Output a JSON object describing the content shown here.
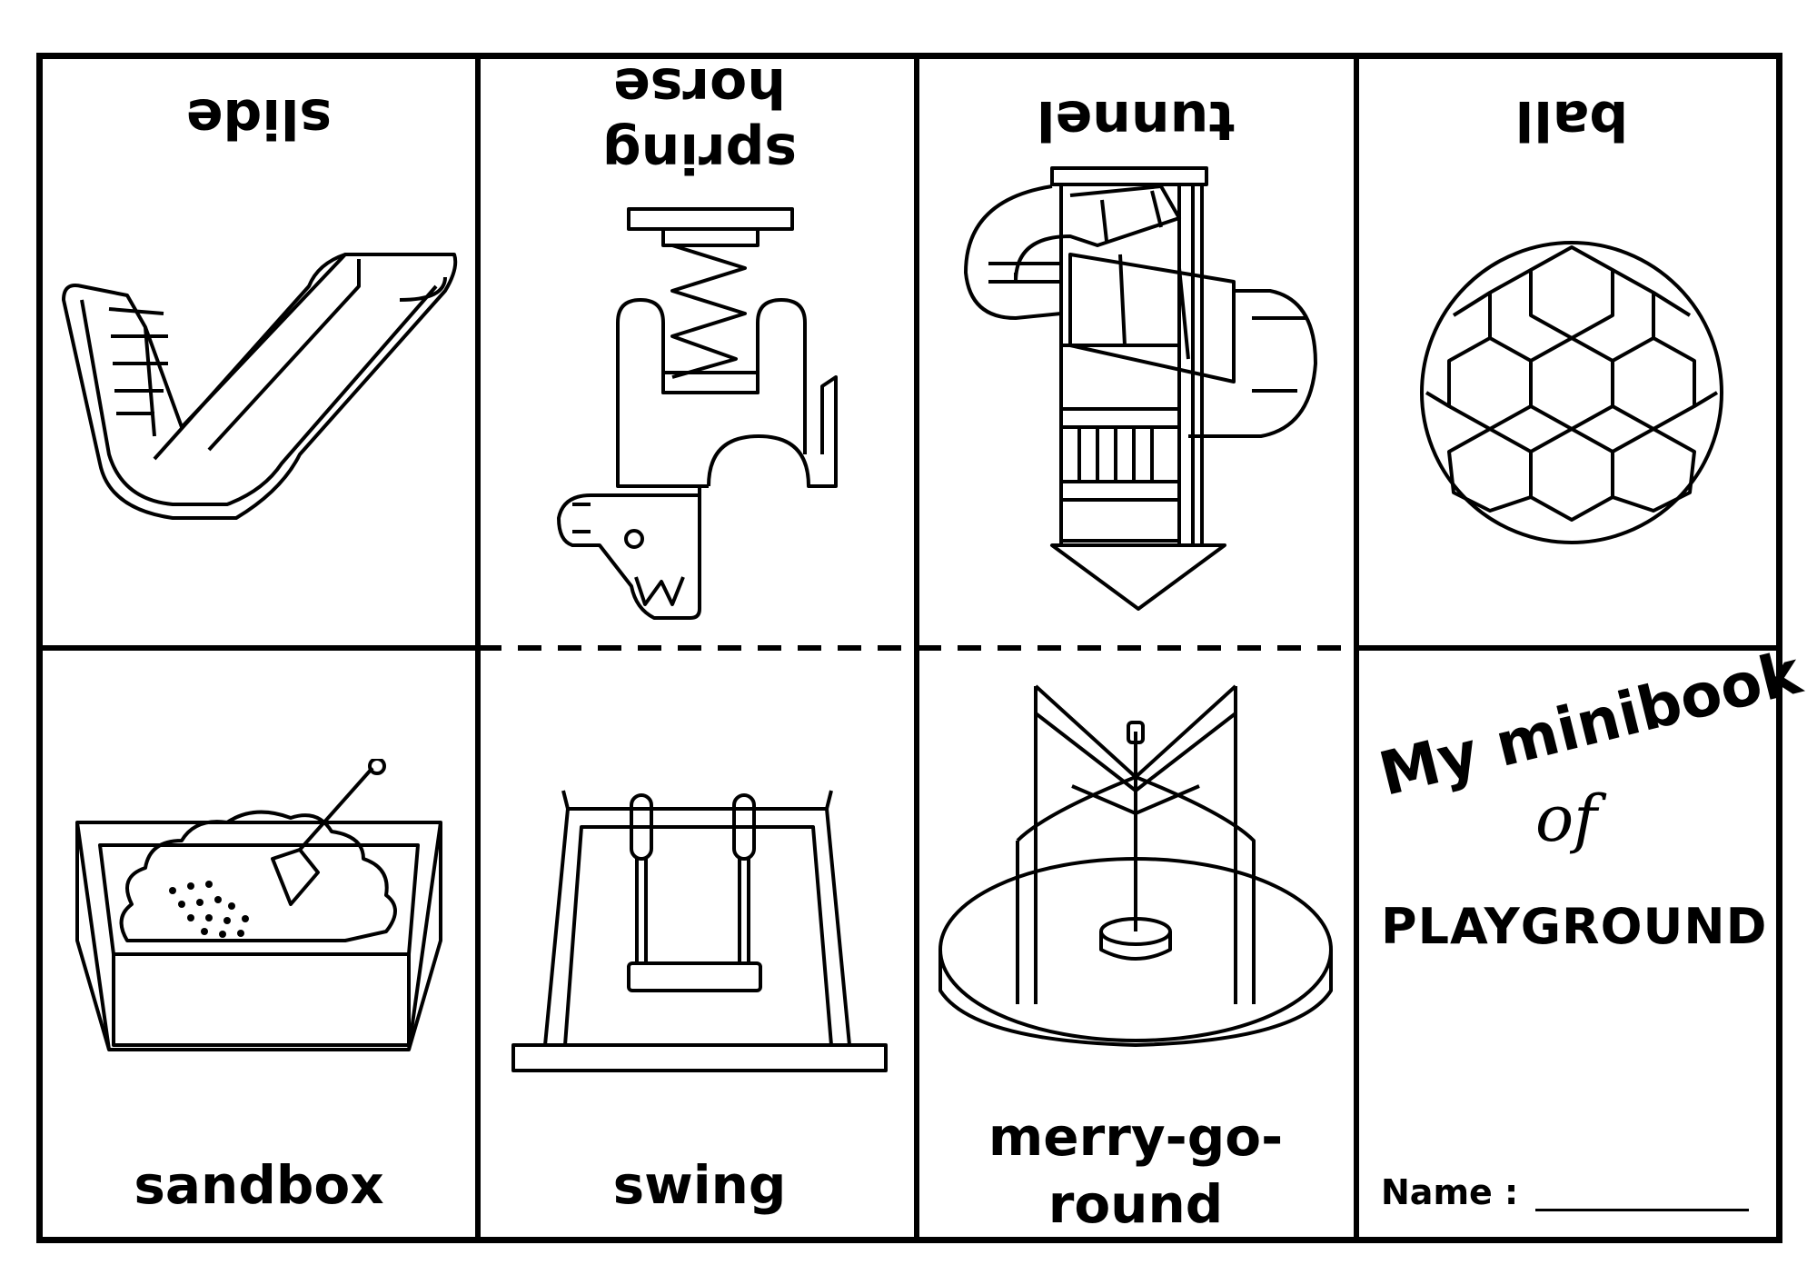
{
  "cards_top": [
    {
      "label": "slide",
      "icon": "slide-icon"
    },
    {
      "label_line1": "spring",
      "label_line2": "horse",
      "icon": "spring-horse-icon"
    },
    {
      "label": "tunnel",
      "icon": "tunnel-slide-icon"
    },
    {
      "label": "ball",
      "icon": "soccer-ball-icon"
    }
  ],
  "cards_bottom": [
    {
      "label": "sandbox",
      "icon": "sandbox-icon"
    },
    {
      "label": "swing",
      "icon": "swing-icon"
    },
    {
      "label_line1": "merry-go-",
      "label_line2": "round",
      "icon": "merry-go-round-icon"
    }
  ],
  "cover": {
    "title_my": "My minibook",
    "title_of": "of",
    "title_main": "PLAYGROUND",
    "name_label": "Name :"
  }
}
